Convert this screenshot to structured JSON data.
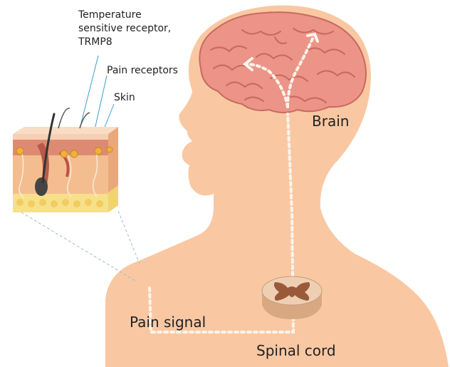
{
  "labels": {
    "trmp8_line1": "Temperature",
    "trmp8_line2": "sensitive receptor,",
    "trmp8_line3": "TRMP8",
    "pain_receptors": "Pain receptors",
    "skin": "Skin",
    "brain": "Brain",
    "pain_signal": "Pain signal",
    "spinal_cord": "Spinal cord"
  },
  "colors": {
    "body_skin": "#f9c8a3",
    "brain": "#ec9487",
    "brain_fold": "#c86a5e",
    "pathway": "#fdf4ea",
    "skin_layer": "#f4bd90",
    "fat_layer": "#f7e08a",
    "spinal_cord": "#e9c09f",
    "grey_matter": "#9a5a3a",
    "leader_line": "#3b9ec8"
  }
}
